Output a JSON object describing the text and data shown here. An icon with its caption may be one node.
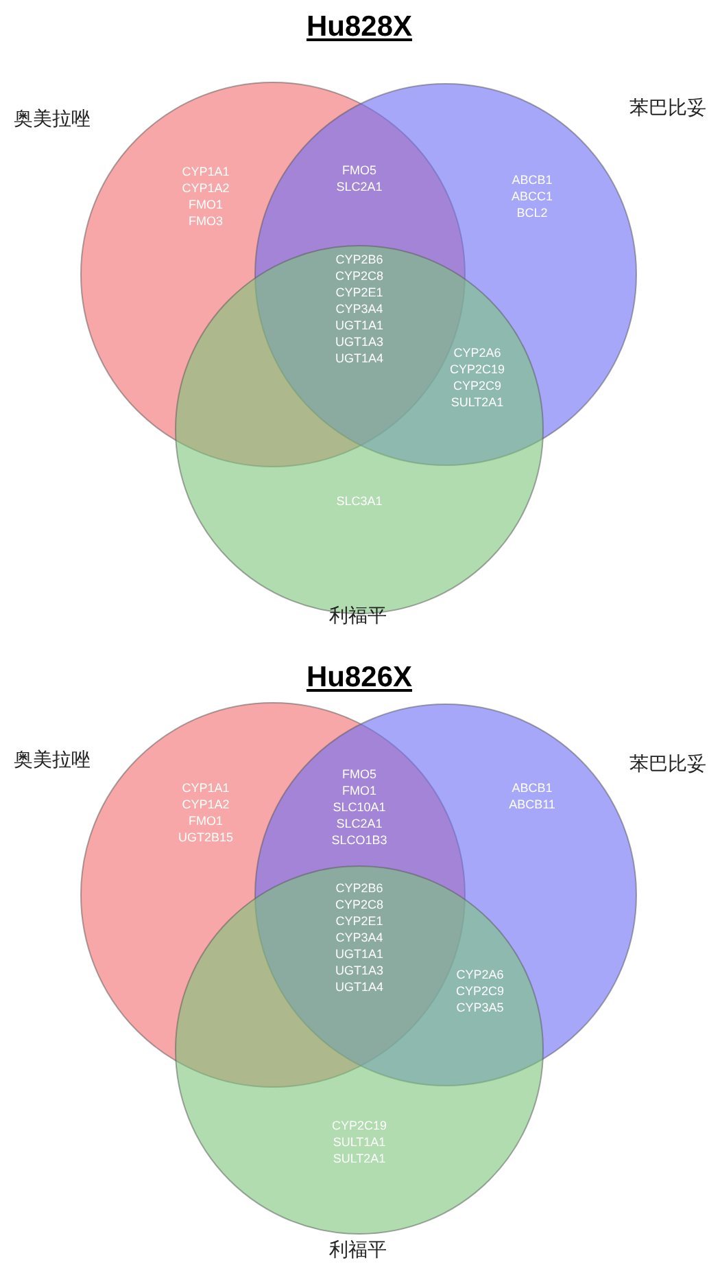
{
  "diagram": {
    "nodes": [
      {
        "text": [
          "奥美拉唑",
          "CYP1A1 CYP1A2 FMO1 FMO3"
        ]
      },
      {
        "text": [
          "苯巴比妥",
          "ABCB1 ABCC1 BCL2"
        ]
      },
      {
        "text": [
          "SLC3A1",
          "利福平"
        ]
      },
      {
        "text": [
          "奥美拉唑",
          "CYP1A1 CYP1A2 FMO1 UGT2B15"
        ]
      },
      {
        "text": [
          "苯巴比妥",
          "ABCB1 ABCB11"
        ]
      },
      {
        "text": [
          "CYP2C19 SULT1A1 SULT2A1",
          "利福平"
        ]
      }
    ],
    "edges": [],
    "labels": [
      "Hu828X",
      "FMO5 SLC2A1",
      "CYP2B6 CYP2C8 CYP2E1 CYP3A4 UGT1A1 UGT1A3 UGT1A4",
      "CYP2A6 CYP2C19 CYP2C9 SULT2A1",
      "Hu826X",
      "FMO5 FMO1 SLC10A1 SLC2A1 SLCO1B3",
      "CYP2B6 CYP2C8 CYP2E1 CYP3A4 UGT1A1 UGT1A3 UGT1A4",
      "CYP2A6 CYP2C9 CYP3A5"
    ]
  }
}
